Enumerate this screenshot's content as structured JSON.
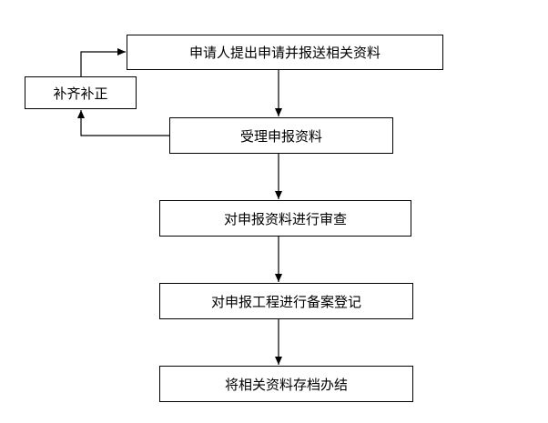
{
  "flowchart": {
    "nodes": {
      "submit": "申请人提出申请并报送相关资料",
      "correct": "补齐补正",
      "accept": "受理申报资料",
      "review": "对申报资料进行审查",
      "record": "对申报工程进行备案登记",
      "close": "将相关资料存档办结"
    },
    "edges": [
      {
        "from": "submit",
        "to": "accept"
      },
      {
        "from": "accept",
        "to": "correct"
      },
      {
        "from": "correct",
        "to": "submit"
      },
      {
        "from": "accept",
        "to": "review"
      },
      {
        "from": "review",
        "to": "record"
      },
      {
        "from": "record",
        "to": "close"
      }
    ],
    "colors": {
      "line": "#000000",
      "box_border": "#000000",
      "background": "#ffffff"
    }
  }
}
